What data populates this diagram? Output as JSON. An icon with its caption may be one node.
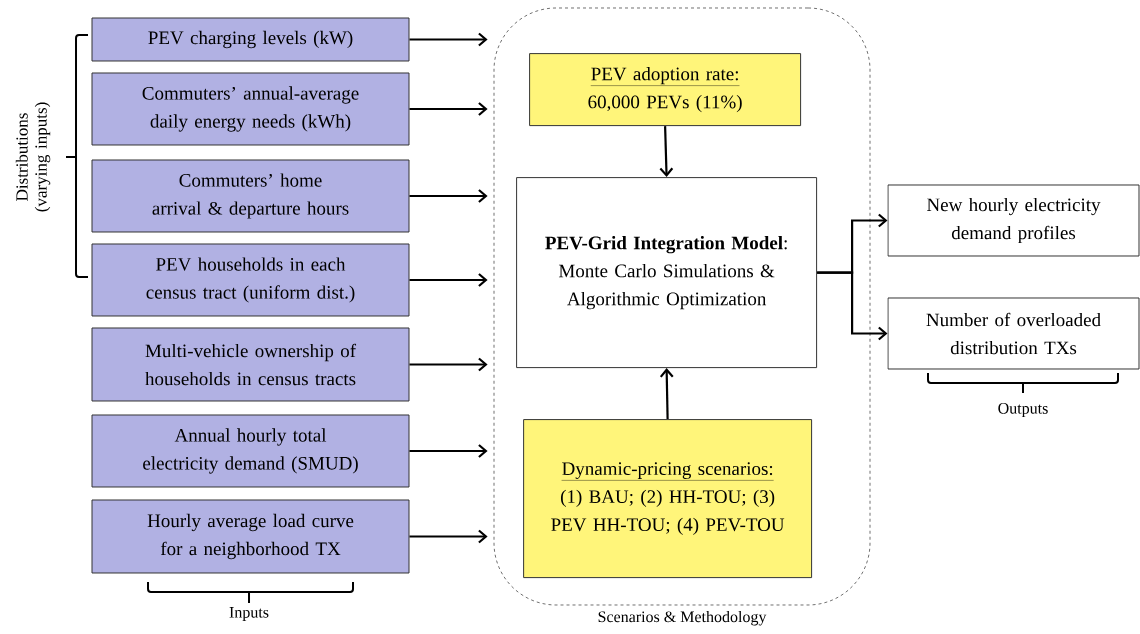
{
  "diagram": {
    "nodes": [
      {
        "text": [
          "PEV charging levels (kW)"
        ]
      },
      {
        "text": [
          "Commuters’ annual-average daily energy needs (kWh)"
        ]
      },
      {
        "text": [
          "Commuters’ home arrival & departure hours"
        ]
      },
      {
        "text": [
          "PEV households in each census tract (uniform dist.)"
        ]
      },
      {
        "text": [
          "Multi-vehicle ownership of households in census tracts"
        ]
      },
      {
        "text": [
          "Annual hourly total electricity demand (SMUD)"
        ]
      },
      {
        "text": [
          "Hourly average load curve for a neighborhood TX"
        ]
      },
      {
        "text": [
          "Scenarios & Methodology"
        ]
      },
      {
        "text": [
          "PEV adoption rate:",
          "60,000 PEVs (11%)"
        ],
        "in": 7
      },
      {
        "text": [
          "**PEV-Grid Integration Model**:",
          "Monte Carlo Simulations & Algorithmic Optimization"
        ],
        "in": 7
      },
      {
        "text": [
          "Dynamic-pricing scenarios:",
          "(1) BAU; (2) HH-TOU; (3) PEV HH-TOU; (4) PEV-TOU"
        ],
        "in": 7
      },
      {
        "text": [
          "New hourly electricity demand profiles"
        ]
      },
      {
        "text": [
          "Number of overloaded distribution TXs"
        ]
      }
    ],
    "edges": [
      {
        "from": 0,
        "to": 7,
        "arrow": "to"
      },
      {
        "from": 1,
        "to": 7,
        "arrow": "to"
      },
      {
        "from": 2,
        "to": 7,
        "arrow": "to"
      },
      {
        "from": 3,
        "to": 7,
        "arrow": "to"
      },
      {
        "from": 4,
        "to": 7,
        "arrow": "to"
      },
      {
        "from": 5,
        "to": 7,
        "arrow": "to"
      },
      {
        "from": 6,
        "to": 7,
        "arrow": "to"
      },
      {
        "from": 8,
        "to": 9,
        "arrow": "to"
      },
      {
        "from": 10,
        "to": 9,
        "arrow": "to"
      },
      {
        "from": 9,
        "to": 11,
        "arrow": "to"
      },
      {
        "from": 9,
        "to": 12,
        "arrow": "to"
      }
    ],
    "labels": [
      "Distributions (varying inputs)",
      "Inputs",
      "Outputs"
    ]
  }
}
